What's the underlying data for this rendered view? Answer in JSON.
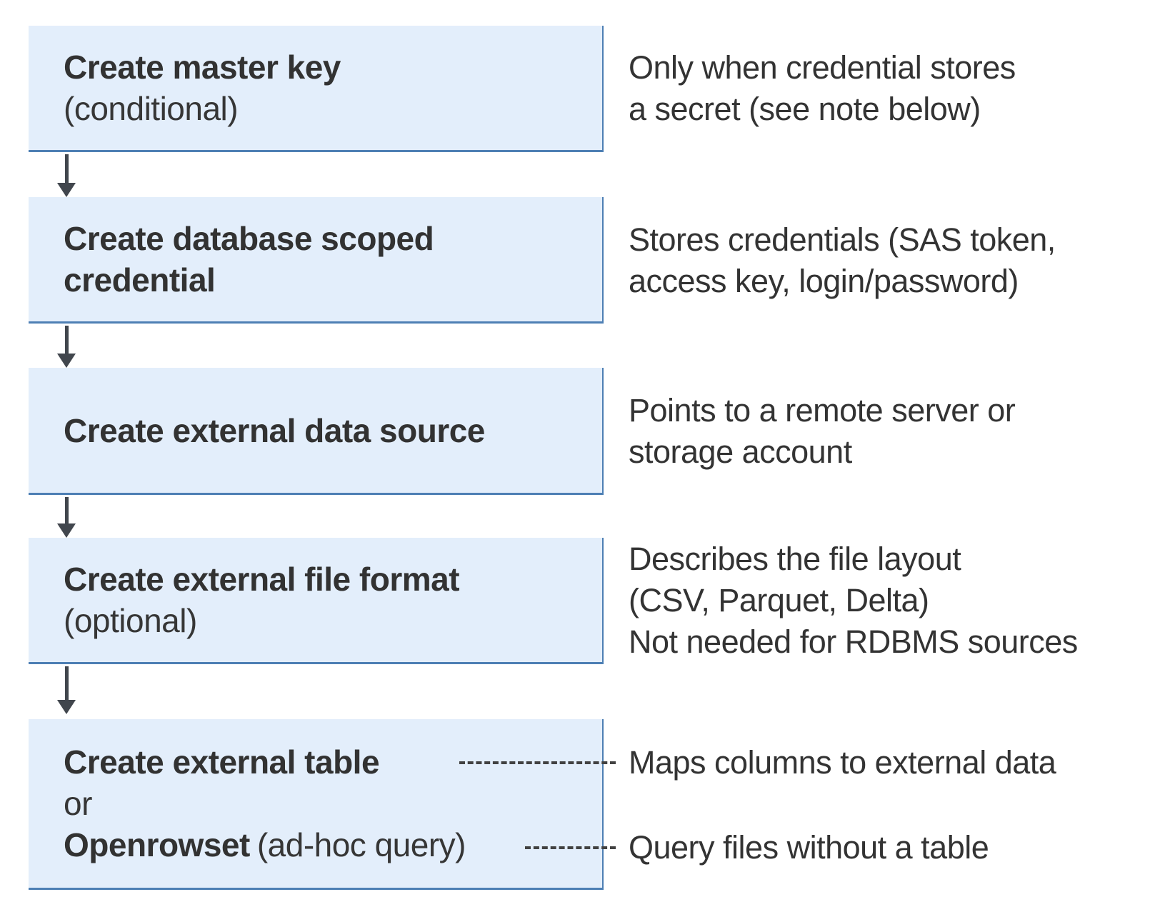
{
  "colors": {
    "box_fill": "#e3eefb",
    "box_border": "#4d7fb4",
    "arrow": "#41464d",
    "title_text": "#323232",
    "body_text": "#333333"
  },
  "steps": [
    {
      "title": "Create master key",
      "qualifier": "(conditional)"
    },
    {
      "title_line1": "Create database scoped",
      "title_line2": "credential"
    },
    {
      "title": "Create external data source"
    },
    {
      "title": "Create external file format",
      "qualifier": "(optional)"
    },
    {
      "line1": "Create external table",
      "line2": "or",
      "line3_bold": "Openrowset",
      "line3_rest": "(ad-hoc query)"
    }
  ],
  "notes": [
    {
      "lines": [
        "Only when credential stores",
        "a secret (see note below)"
      ]
    },
    {
      "lines": [
        "Stores credentials (SAS token,",
        "access key, login/password)"
      ]
    },
    {
      "lines": [
        "Points to a remote server or",
        "storage account"
      ]
    },
    {
      "lines": [
        "Describes the file layout",
        "(CSV, Parquet, Delta)",
        "Not needed for RDBMS sources"
      ]
    },
    {
      "lines": [
        "Maps columns to external data"
      ]
    },
    {
      "lines": [
        "Query files without a table"
      ]
    }
  ]
}
